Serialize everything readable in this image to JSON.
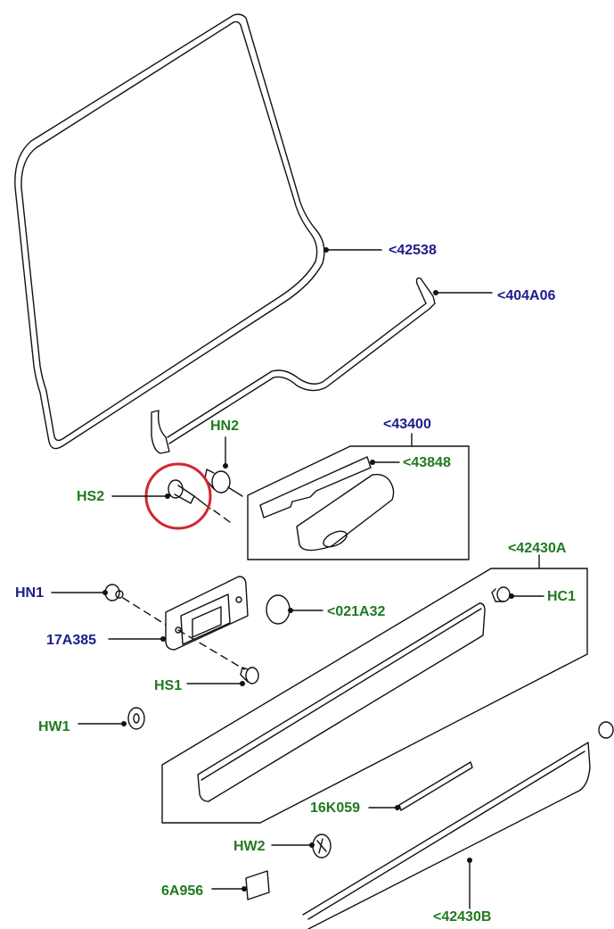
{
  "colors": {
    "label_blue": "#1c1c8c",
    "label_green": "#1f7a1f",
    "highlight_circle": "#d0282e",
    "line": "#111111"
  },
  "labels": {
    "seal_42538": "<42538",
    "rod_404A06": "<404A06",
    "handle_assy_43400": "<43400",
    "gasket_43848": "<43848",
    "nut_HN2": "HN2",
    "screw_HS2": "HS2",
    "moulding_42430A": "<42430A",
    "nut_HN1": "HN1",
    "cover_021A32": "<021A32",
    "clip_HC1": "HC1",
    "bracket_17A385": "17A385",
    "screw_HS1": "HS1",
    "washer_HW1": "HW1",
    "strip_16K059": "16K059",
    "washer_HW2": "HW2",
    "pad_6A956": "6A956",
    "moulding_42430B": "<42430B"
  }
}
